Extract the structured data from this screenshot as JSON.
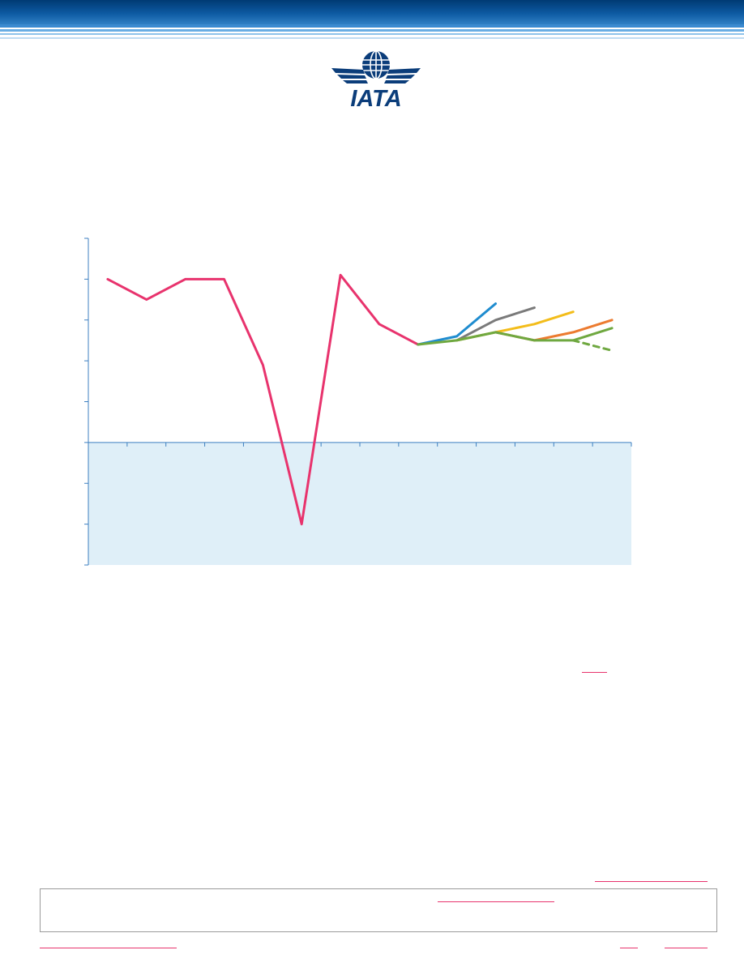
{
  "logo": {
    "text": "IATA",
    "icon": "globe-wings-icon",
    "color": "#0b3d7a"
  },
  "colors": {
    "header_dark": "#003a73",
    "header_light": "#8fc3ea",
    "negative_region": "#dfeff8",
    "axis": "#3c7fc0",
    "link_underline": "#e8336d"
  },
  "chart_data": {
    "type": "line",
    "title": "",
    "xlabel": "",
    "ylabel": "",
    "grid": false,
    "x_categories": 14,
    "ylim": [
      -3,
      5
    ],
    "negative_region_shaded": true,
    "series": [
      {
        "color": "#e8336d",
        "style": "solid",
        "points": [
          [
            0,
            4
          ],
          [
            1,
            3.5
          ],
          [
            2,
            4
          ],
          [
            3,
            4
          ],
          [
            4,
            1.9
          ],
          [
            5,
            -2
          ],
          [
            6,
            4.1
          ],
          [
            7,
            2.9
          ],
          [
            8,
            2.4
          ]
        ]
      },
      {
        "color": "#1f8ccf",
        "style": "solid",
        "points": [
          [
            8,
            2.4
          ],
          [
            9,
            2.6
          ],
          [
            10,
            3.4
          ]
        ]
      },
      {
        "color": "#7a7a7a",
        "style": "solid",
        "points": [
          [
            9,
            2.5
          ],
          [
            10,
            3.0
          ],
          [
            11,
            3.3
          ]
        ]
      },
      {
        "color": "#f3bd1b",
        "style": "solid",
        "points": [
          [
            9,
            2.5
          ],
          [
            10,
            2.7
          ],
          [
            11,
            2.9
          ],
          [
            12,
            3.2
          ]
        ]
      },
      {
        "color": "#ec7b30",
        "style": "solid",
        "points": [
          [
            10,
            2.7
          ],
          [
            11,
            2.5
          ],
          [
            12,
            2.7
          ],
          [
            13,
            3.0
          ]
        ]
      },
      {
        "color": "#6fa840",
        "style": "solid",
        "points": [
          [
            8,
            2.4
          ],
          [
            9,
            2.5
          ],
          [
            10,
            2.7
          ],
          [
            11,
            2.5
          ],
          [
            12,
            2.5
          ],
          [
            13,
            2.8
          ]
        ]
      },
      {
        "color": "#6fa840",
        "style": "dashed",
        "points": [
          [
            12,
            2.5
          ],
          [
            13,
            2.25
          ]
        ]
      }
    ]
  }
}
